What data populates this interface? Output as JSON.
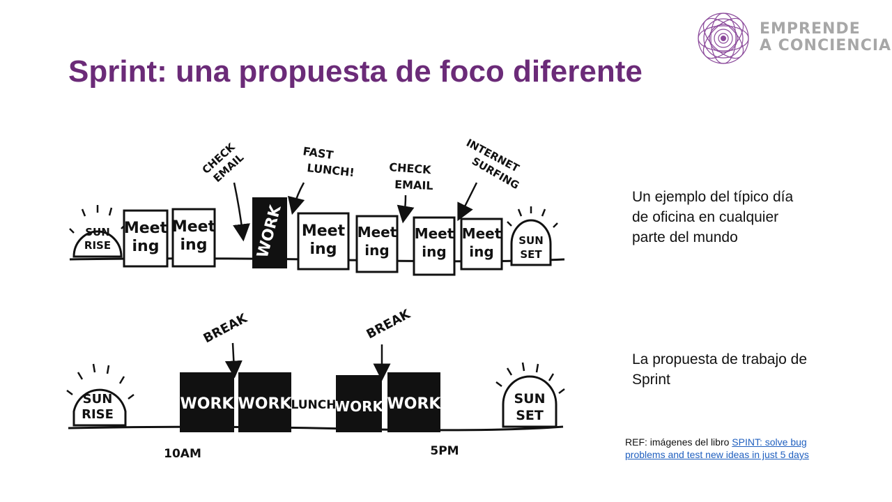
{
  "slide": {
    "title": "Sprint: una propuesta de foco diferente"
  },
  "logo": {
    "line1": "EMPRENDE",
    "line2": "A CONCIENCIA",
    "icon": "mandala-flower-icon"
  },
  "descriptions": {
    "typical_day": "Un ejemplo del típico día de oficina en cualquier parte del mundo",
    "sprint_day": "La propuesta de trabajo de Sprint"
  },
  "reference": {
    "prefix": "REF: imágenes del libro ",
    "link_text": "SPINT: solve bug problems and test new ideas in just 5 days"
  },
  "top_diagram": {
    "start": [
      "SUN",
      "RISE"
    ],
    "end": [
      "SUN",
      "SET"
    ],
    "blocks": [
      {
        "type": "meeting",
        "lines": [
          "Meet",
          "ing"
        ]
      },
      {
        "type": "meeting",
        "lines": [
          "Meet",
          "ing"
        ]
      },
      {
        "type": "work",
        "lines": [
          "WORK"
        ]
      },
      {
        "type": "meeting",
        "lines": [
          "Meet",
          "ing"
        ]
      },
      {
        "type": "meeting",
        "lines": [
          "Meet",
          "ing"
        ]
      },
      {
        "type": "meeting",
        "lines": [
          "Meet",
          "ing"
        ]
      },
      {
        "type": "meeting",
        "lines": [
          "Meet",
          "ing"
        ]
      }
    ],
    "annotations": [
      {
        "lines": [
          "CHECK",
          "EMAIL"
        ]
      },
      {
        "lines": [
          "FAST",
          "LUNCH!"
        ]
      },
      {
        "lines": [
          "CHECK",
          "EMAIL"
        ]
      },
      {
        "lines": [
          "INTERNET",
          "SURFING"
        ]
      }
    ]
  },
  "bottom_diagram": {
    "start": [
      "SUN",
      "RISE"
    ],
    "end": [
      "SUN",
      "SET"
    ],
    "blocks": [
      "WORK",
      "WORK",
      "WORK",
      "WORK"
    ],
    "lunch": "LUNCH",
    "annotations": [
      "BREAK",
      "BREAK"
    ],
    "time_start": "10AM",
    "time_end": "5PM"
  },
  "colors": {
    "title": "#6b2b78",
    "logo_text": "#a7a7a7",
    "logo_icon": "#8b4a9b",
    "link": "#1f5fbf",
    "ink": "#111111"
  }
}
